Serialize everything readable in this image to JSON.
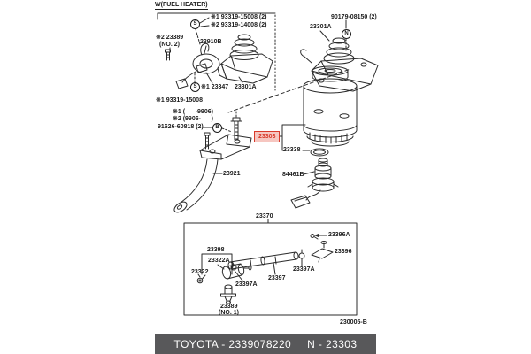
{
  "colors": {
    "highlight_border": "#d93a2b",
    "highlight_bg": "#f6c6c0",
    "highlight_text": "#d93a2b",
    "footer_bg": "#58585a",
    "footer_text": "#ffffff",
    "line": "#2b2b2b"
  },
  "heater_group": {
    "title": "W(FUEL HEATER)",
    "screw_marker_top": "S",
    "screw_marker_bottom": "S",
    "screw_no1": "※1 93319-15008 (2)",
    "screw_no2": "※2 93319-14008 (2)",
    "union_label": "※2 23389",
    "union_sub": "(NO. 2)",
    "heater_label": "23910B",
    "sensor_label": "※1 23347",
    "screw_single": "※1 93319-15008",
    "pump_label": "23301A"
  },
  "main_assembly": {
    "nut_number": "90179-08150 (2)",
    "nut_marker": "N",
    "pump_label": "23301A"
  },
  "bracket_group": {
    "range_no1": "※1 (      -9906)",
    "range_no2": "※2 (9906-      )",
    "bolt_number": "91626-60818 (2)",
    "bolt_marker": "B",
    "bracket_label": "23921"
  },
  "filter_group": {
    "filter_label": "23303",
    "gasket_label": "23338",
    "sensor_label": "84461B"
  },
  "pipe_group": {
    "assembly_label": "23370",
    "l23396a": "23396A",
    "l23396": "23396",
    "l23398": "23398",
    "l23322a": "23322A",
    "l23322": "23322",
    "l23397a_left": "23397A",
    "l23397": "23397",
    "l23397a_right": "23397A",
    "l23389": "23389",
    "l23389_sub": "(NO. 1)"
  },
  "footer": {
    "catalog": "TOYOTA - 2339078220",
    "part": "N - 23303",
    "page_code": "230005-B"
  }
}
